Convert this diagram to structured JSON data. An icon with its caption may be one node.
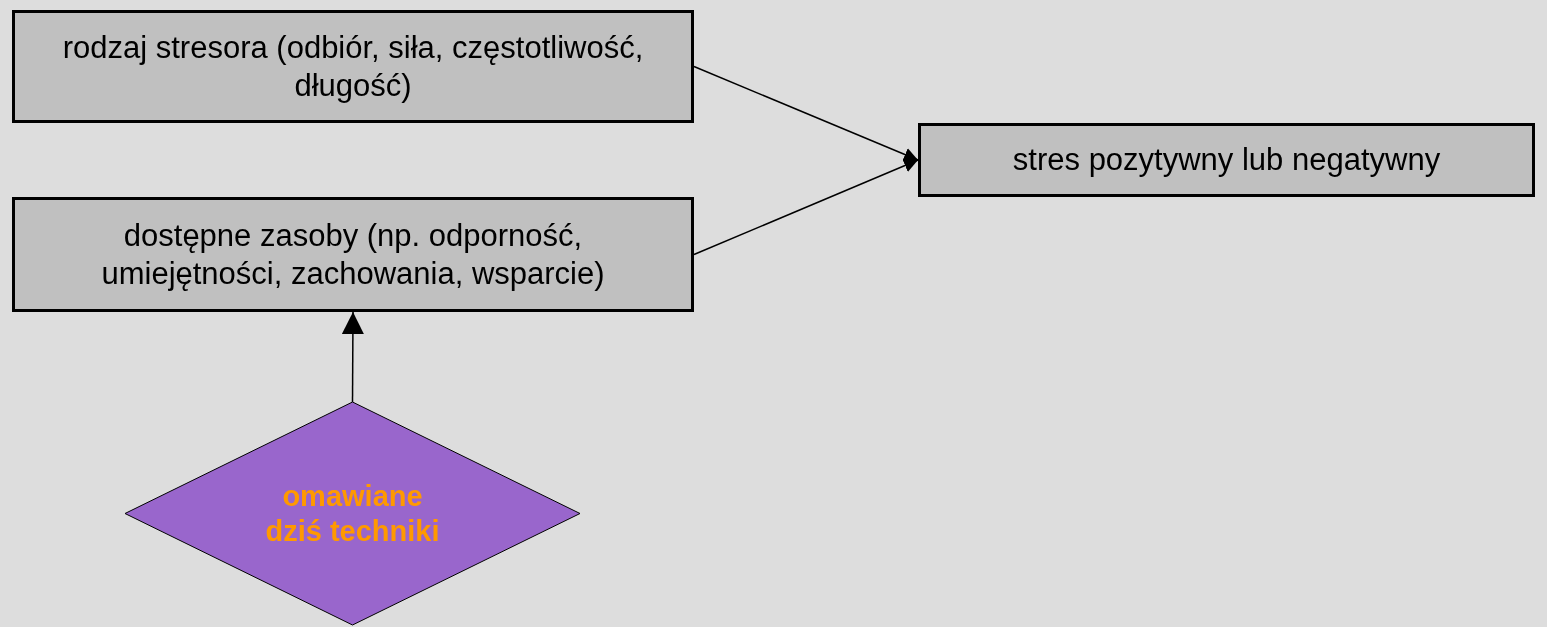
{
  "diagram": {
    "nodes": [
      {
        "text": [
          "rodzaj stresora (odbiór, siła, częstotliwość, długość)"
        ]
      },
      {
        "text": [
          "stres pozytywny lub negatywny"
        ]
      },
      {
        "text": [
          "dostępne zasoby (np. odporność, umiejętności, zachowania, wsparcie)"
        ]
      },
      {
        "text": [
          "omawiane dziś techniki"
        ]
      }
    ],
    "edges": [
      {
        "from": 0,
        "to": 1,
        "arrow": "to"
      },
      {
        "from": 2,
        "to": 1,
        "arrow": "to"
      },
      {
        "from": 3,
        "to": 2,
        "arrow": "to"
      }
    ]
  }
}
